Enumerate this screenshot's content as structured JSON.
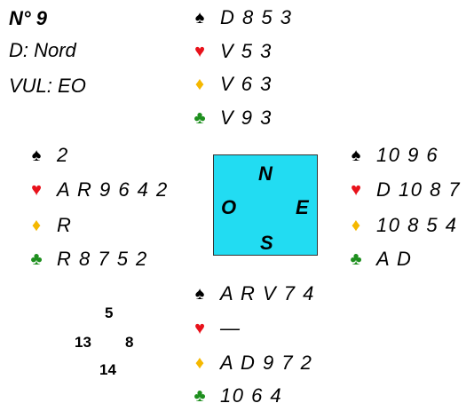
{
  "header": {
    "board": "N° 9",
    "dealer": "D: Nord",
    "vul": "VUL: EO"
  },
  "colors": {
    "spade": "#000000",
    "heart": "#e8121b",
    "diamond": "#f5b800",
    "club": "#1e8f1e",
    "table": "#22dcf2"
  },
  "icons": {
    "spade": "♠",
    "heart": "♥",
    "diamond": "♦",
    "club": "♣"
  },
  "hands": {
    "north": {
      "spades": "D 8 5 3",
      "hearts": "V 5 3",
      "diamonds": "V 6 3",
      "clubs": "V 9 3"
    },
    "west": {
      "spades": "2",
      "hearts": "A R 9 6 4 2",
      "diamonds": "R",
      "clubs": "R 8 7 5 2"
    },
    "east": {
      "spades": "10 9 6",
      "hearts": "D 10 8 7",
      "diamonds": "10 8 5 4",
      "clubs": "A D"
    },
    "south": {
      "spades": "A R V 7 4",
      "hearts": "—",
      "diamonds": "A D 9 7 2",
      "clubs": "10 6 4"
    }
  },
  "compass": {
    "n": "N",
    "s": "S",
    "e": "E",
    "o": "O"
  },
  "hcp": {
    "north": "5",
    "west": "13",
    "east": "8",
    "south": "14"
  }
}
